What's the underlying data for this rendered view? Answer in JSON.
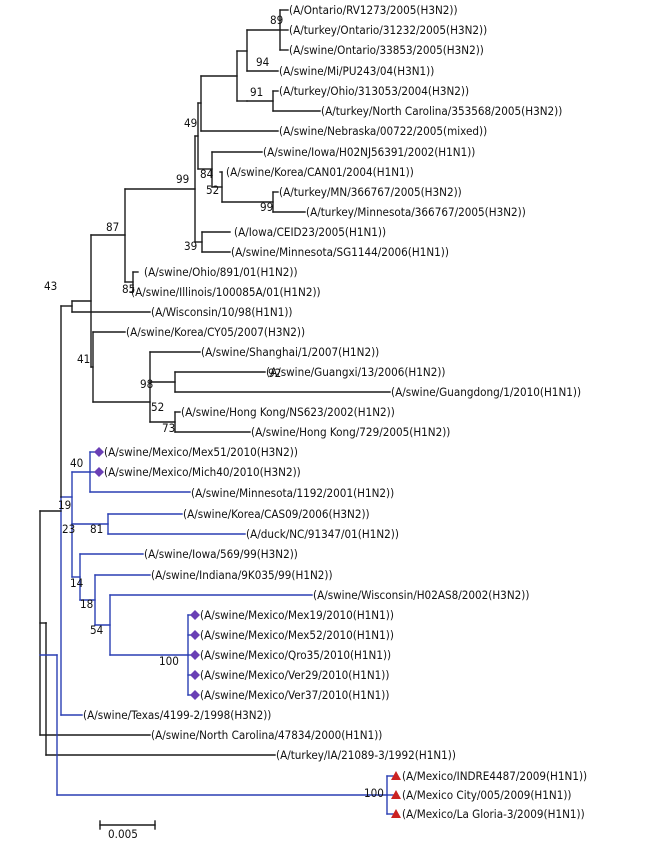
{
  "colors": {
    "black_branch": "#1a1a1a",
    "blue_branch": "#2a3fb3",
    "diamond_marker": "#6a3fb5",
    "triangle_marker": "#cc2222"
  },
  "taxa": [
    {
      "id": "t1",
      "label": "(A/Ontario/RV1273/2005(H3N2))"
    },
    {
      "id": "t2",
      "label": "(A/turkey/Ontario/31232/2005(H3N2))"
    },
    {
      "id": "t3",
      "label": "(A/swine/Ontario/33853/2005(H3N2))"
    },
    {
      "id": "t4",
      "label": "(A/swine/Mi/PU243/04(H3N1))"
    },
    {
      "id": "t5",
      "label": "(A/turkey/Ohio/313053/2004(H3N2))"
    },
    {
      "id": "t6",
      "label": "(A/turkey/North Carolina/353568/2005(H3N2))"
    },
    {
      "id": "t7",
      "label": "(A/swine/Nebraska/00722/2005(mixed))"
    },
    {
      "id": "t8",
      "label": "(A/swine/Iowa/H02NJ56391/2002(H1N1))"
    },
    {
      "id": "t9",
      "label": "(A/swine/Korea/CAN01/2004(H1N1))"
    },
    {
      "id": "t10",
      "label": "(A/turkey/MN/366767/2005(H3N2))"
    },
    {
      "id": "t11",
      "label": "(A/turkey/Minnesota/366767/2005(H3N2))"
    },
    {
      "id": "t12",
      "label": "(A/Iowa/CEID23/2005(H1N1))"
    },
    {
      "id": "t13",
      "label": "(A/swine/Minnesota/SG1144/2006(H1N1))"
    },
    {
      "id": "t14",
      "label": "(A/swine/Ohio/891/01(H1N2))"
    },
    {
      "id": "t15",
      "label": "(A/swine/Illinois/100085A/01(H1N2))"
    },
    {
      "id": "t16",
      "label": "(A/Wisconsin/10/98(H1N1))"
    },
    {
      "id": "t17",
      "label": "(A/swine/Korea/CY05/2007(H3N2))"
    },
    {
      "id": "t18",
      "label": "(A/swine/Shanghai/1/2007(H1N2))"
    },
    {
      "id": "t19",
      "label": "(A/swine/Guangxi/13/2006(H1N2))"
    },
    {
      "id": "t20",
      "label": "(A/swine/Guangdong/1/2010(H1N1))"
    },
    {
      "id": "t21",
      "label": "(A/swine/Hong Kong/NS623/2002(H1N2))"
    },
    {
      "id": "t22",
      "label": "(A/swine/Hong Kong/729/2005(H1N2))"
    },
    {
      "id": "t23",
      "label": "(A/swine/Mexico/Mex51/2010(H3N2))"
    },
    {
      "id": "t24",
      "label": "(A/swine/Mexico/Mich40/2010(H3N2))"
    },
    {
      "id": "t25",
      "label": "(A/swine/Minnesota/1192/2001(H1N2))"
    },
    {
      "id": "t26",
      "label": "(A/swine/Korea/CAS09/2006(H3N2))"
    },
    {
      "id": "t27",
      "label": "(A/duck/NC/91347/01(H1N2))"
    },
    {
      "id": "t28",
      "label": "(A/swine/Iowa/569/99(H3N2))"
    },
    {
      "id": "t29",
      "label": "(A/swine/Indiana/9K035/99(H1N2))"
    },
    {
      "id": "t30",
      "label": "(A/swine/Wisconsin/H02AS8/2002(H3N2))"
    },
    {
      "id": "t31",
      "label": "(A/swine/Mexico/Mex19/2010(H1N1))"
    },
    {
      "id": "t32",
      "label": "(A/swine/Mexico/Mex52/2010(H1N1))"
    },
    {
      "id": "t33",
      "label": "(A/swine/Mexico/Qro35/2010(H1N1))"
    },
    {
      "id": "t34",
      "label": "(A/swine/Mexico/Ver29/2010(H1N1))"
    },
    {
      "id": "t35",
      "label": "(A/swine/Mexico/Ver37/2010(H1N1))"
    },
    {
      "id": "t36",
      "label": "(A/swine/Texas/4199-2/1998(H3N2))"
    },
    {
      "id": "t37",
      "label": "(A/swine/North Carolina/47834/2000(H1N1))"
    },
    {
      "id": "t38",
      "label": "(A/turkey/IA/21089-3/1992(H1N1))"
    },
    {
      "id": "t39",
      "label": "(A/Mexico/INDRE4487/2009(H1N1))"
    },
    {
      "id": "t40",
      "label": "(A/Mexico City/005/2009(H1N1))"
    },
    {
      "id": "t41",
      "label": "(A/Mexico/La Gloria-3/2009(H1N1))"
    }
  ],
  "bootstrap": [
    "89",
    "94",
    "91",
    "49",
    "84",
    "52",
    "99",
    "99",
    "39",
    "87",
    "85",
    "43",
    "41",
    "98",
    "92",
    "52",
    "73",
    "40",
    "19",
    "23",
    "81",
    "14",
    "18",
    "54",
    "100",
    "100"
  ],
  "scale_bar": {
    "label": "0.005"
  }
}
